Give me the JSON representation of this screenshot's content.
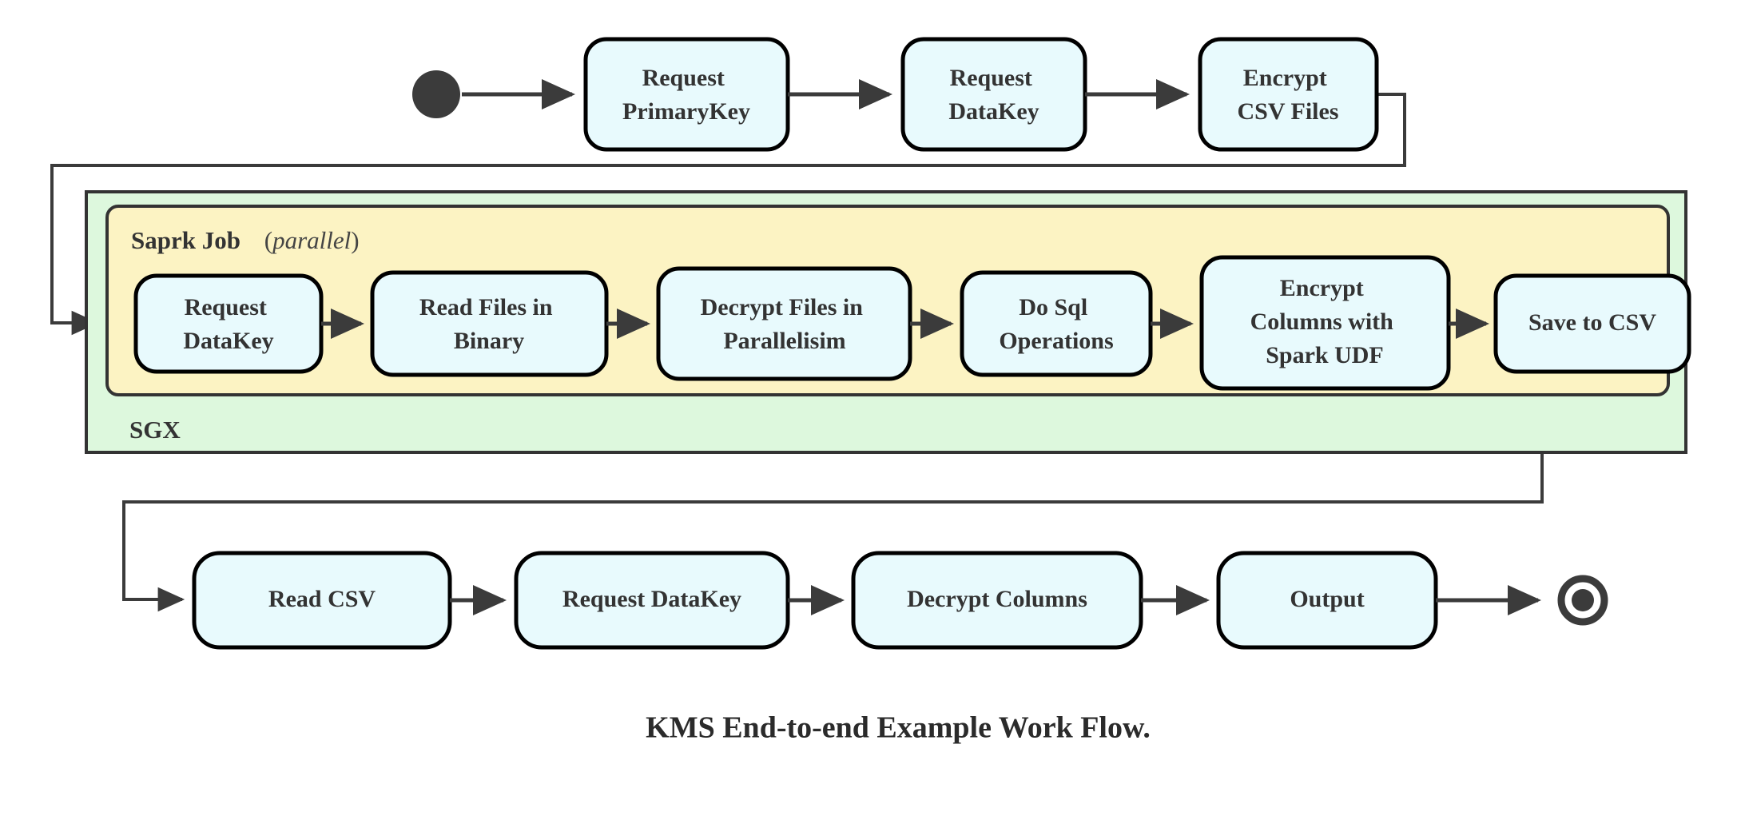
{
  "diagram": {
    "caption": "KMS End-to-end Example Work Flow.",
    "colors": {
      "node_fill": "#e8fafd",
      "node_stroke": "#000000",
      "sgx_fill": "#ddf8dd",
      "spark_fill": "#fcf3c3",
      "edge": "#3b3b3b",
      "text": "#333333"
    },
    "start_node": {
      "name": "start-node",
      "shape": "filled-circle"
    },
    "end_node": {
      "name": "end-node",
      "shape": "bullseye"
    },
    "containers": {
      "sgx": {
        "label": "SGX",
        "label_position": "bottom-left"
      },
      "spark": {
        "label": "Saprk Job",
        "modifier_open": "(",
        "modifier": "parallel",
        "modifier_close": ")",
        "label_position": "top-left"
      }
    },
    "rows": {
      "top": [
        {
          "id": "request-primarykey",
          "lines": [
            "Request",
            "PrimaryKey"
          ]
        },
        {
          "id": "request-datakey-top",
          "lines": [
            "Request",
            "DataKey"
          ]
        },
        {
          "id": "encrypt-csv-files",
          "lines": [
            "Encrypt",
            "CSV Files"
          ]
        }
      ],
      "spark": [
        {
          "id": "request-datakey-spark",
          "lines": [
            "Request",
            "DataKey"
          ]
        },
        {
          "id": "read-files-in-binary",
          "lines": [
            "Read Files in",
            "Binary"
          ]
        },
        {
          "id": "decrypt-files-in-parallelisim",
          "lines": [
            "Decrypt Files in",
            "Parallelisim"
          ]
        },
        {
          "id": "do-sql-operations",
          "lines": [
            "Do Sql",
            "Operations"
          ]
        },
        {
          "id": "encrypt-columns-with-spark-udf",
          "lines": [
            "Encrypt",
            "Columns with",
            "Spark UDF"
          ]
        },
        {
          "id": "save-to-csv",
          "lines": [
            "Save to CSV"
          ]
        }
      ],
      "bottom": [
        {
          "id": "read-csv",
          "lines": [
            "Read CSV"
          ]
        },
        {
          "id": "request-datakey-bottom",
          "lines": [
            "Request DataKey"
          ]
        },
        {
          "id": "decrypt-columns",
          "lines": [
            "Decrypt Columns"
          ]
        },
        {
          "id": "output",
          "lines": [
            "Output"
          ]
        }
      ]
    }
  }
}
